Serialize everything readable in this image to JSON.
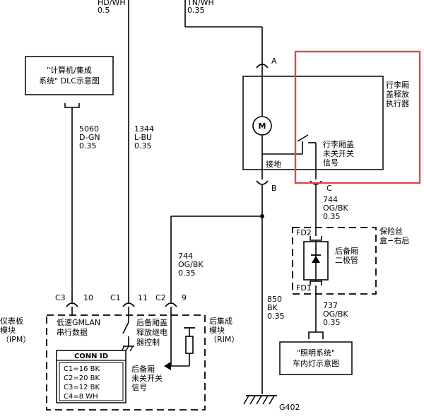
{
  "wires": {
    "top_left_code": "HD/WH",
    "top_left_gauge": "0.5",
    "top_right_code": "TN/WH",
    "top_right_gauge": "0.35",
    "w5060": {
      "circuit": "5060",
      "color": "D-GN",
      "gauge": "0.35"
    },
    "w1344": {
      "circuit": "1344",
      "color": "L-BU",
      "gauge": "0.35"
    },
    "w744_c": {
      "circuit": "744",
      "color": "OG/BK",
      "gauge": "0.35"
    },
    "w744_left": {
      "circuit": "744",
      "color": "OG/BK",
      "gauge": "0.35"
    },
    "w850": {
      "circuit": "850",
      "color": "BK",
      "gauge": "0.35"
    },
    "w737": {
      "circuit": "737",
      "color": "OG/BK",
      "gauge": "0.35"
    }
  },
  "boxes": {
    "dlc_line1": "\"计算机/集成",
    "dlc_line2": "系统\" DLC示意图",
    "light_line1": "\"照明系统\"",
    "light_line2": "车内灯示意图"
  },
  "actuator": {
    "name_line1": "行李厢",
    "name_line2": "盖释放",
    "name_line3": "执行器",
    "motor": "M",
    "ground_label": "接地",
    "switch_line1": "行李厢盖",
    "switch_line2": "未关开关",
    "switch_line3": "信号",
    "pin_a": "A",
    "pin_b": "B",
    "pin_c": "C"
  },
  "fuse_box": {
    "fd2": "FD2",
    "fd1": "FD1",
    "name_line1": "保险丝",
    "name_line2": "盒−右后",
    "diode_line1": "后备厢",
    "diode_line2": "二极管"
  },
  "connectors": {
    "c3": "C3",
    "c3_pin": "10",
    "c1": "C1",
    "c1_pin": "11",
    "c2": "C2",
    "c2_pin": "9"
  },
  "ipm": {
    "line1": "仪表板",
    "line2": "模块",
    "line3": "（IPM）"
  },
  "rim": {
    "line1": "后集成",
    "line2": "模块",
    "line3": "（RIM）"
  },
  "module_text": {
    "gmlan_line1": "低速GMLAN",
    "gmlan_line2": "串行数据",
    "relay_line1": "后备厢盖",
    "relay_line2": "释放继电",
    "relay_line3": "器控制",
    "sense_line1": "后备厢",
    "sense_line2": "未关开关",
    "sense_line3": "信号"
  },
  "conn_id": {
    "title": "CONN ID",
    "rows": [
      "C1=16 BK",
      "C2=20 BK",
      "C3=12 BK",
      "C4=8 WH"
    ]
  },
  "ground": {
    "label": "G402"
  },
  "colors": {
    "highlight": "#e0484a",
    "line": "#000000"
  }
}
